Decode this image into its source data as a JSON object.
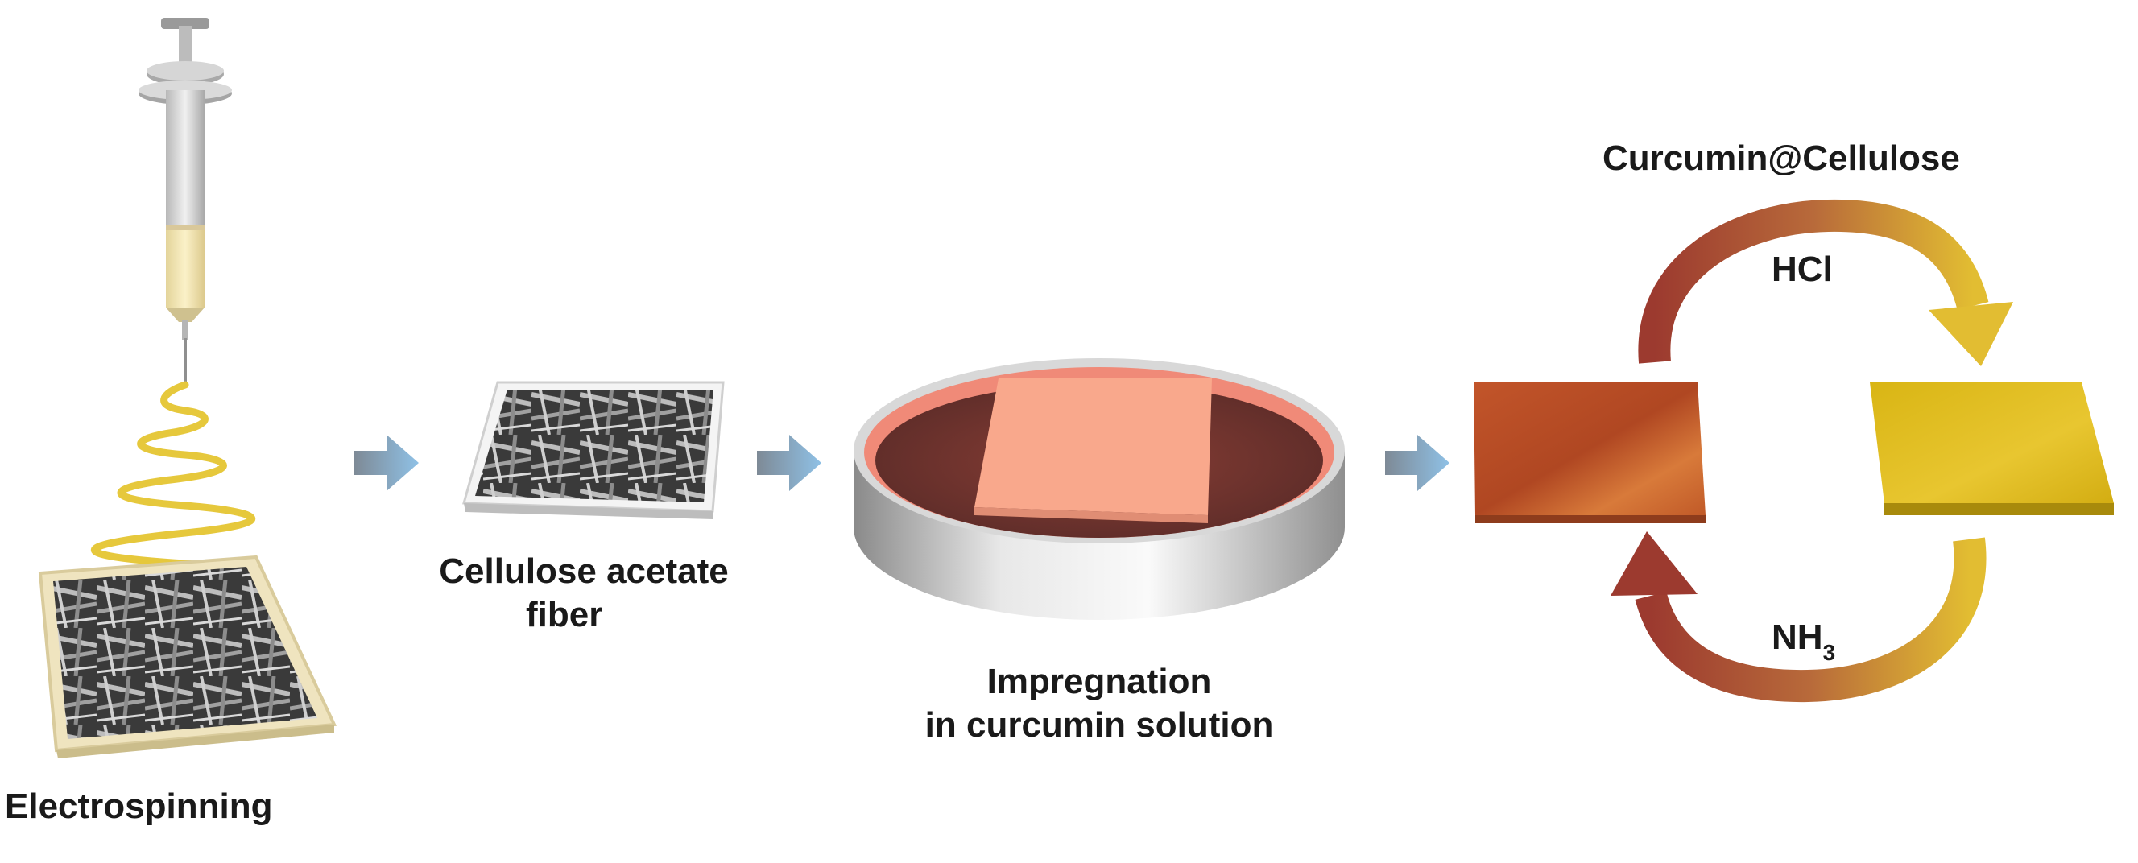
{
  "labels": {
    "electrospinning": "Electrospinning",
    "cellulose_line1": "Cellulose acetate",
    "cellulose_line2": "fiber",
    "impregnation_line1": "Impregnation",
    "impregnation_line2": "in curcumin solution",
    "product_title": "Curcumin@Cellulose",
    "acid_reagent": "HCl",
    "base_reagent_main": "NH",
    "base_reagent_sub": "3"
  },
  "colors": {
    "fiber_yellow": "#e6c83c",
    "curcumin_orange": "#c8582a",
    "curcumin_yellow": "#e2bd1c",
    "cycle_red": "#a03a2e",
    "process_arrow": "#8aa9c2",
    "solution_pink": "#f9a88c"
  }
}
